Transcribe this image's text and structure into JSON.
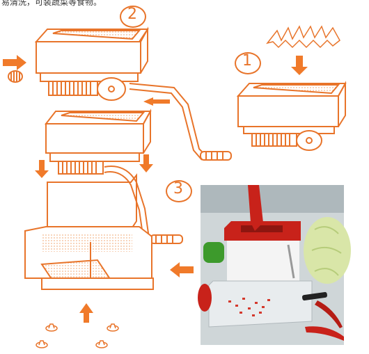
{
  "caption": "易清洗，可装蔬菜等食物。",
  "steps": [
    {
      "label": "1"
    },
    {
      "label": "2"
    },
    {
      "label": "3"
    }
  ],
  "colors": {
    "line": "#e8742a",
    "arrow": "#f07a2a",
    "dots": "#f3b68a",
    "photo_red": "#c8221a",
    "photo_bg": "#cfd6d8"
  }
}
